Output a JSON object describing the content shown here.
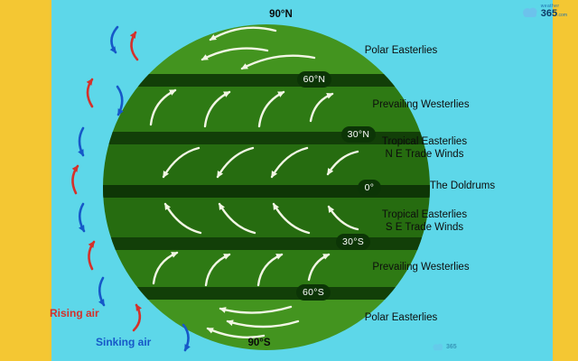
{
  "latitudes": {
    "n90": "90°N",
    "n60": "60°N",
    "n30": "30°N",
    "eq": "0°",
    "s30": "30°S",
    "s60": "60°S",
    "s90": "90°S"
  },
  "wind_zones": [
    {
      "label": "Polar Easterlies"
    },
    {
      "label": "Prevailing Westerlies"
    },
    {
      "label": "Tropical Easterlies",
      "sub": "N E Trade Winds"
    },
    {
      "label": "The Doldrums"
    },
    {
      "label": "Tropical Easterlies",
      "sub": "S E Trade Winds"
    },
    {
      "label": "Prevailing Westerlies"
    },
    {
      "label": "Polar Easterlies"
    }
  ],
  "legend": {
    "rising": "Rising air",
    "sinking": "Sinking air"
  },
  "logo": {
    "word": "weather",
    "number": "365",
    "tld": ".com"
  },
  "icons": {
    "logo_cloud": "cloud",
    "wind_arrow": "curved-arrow"
  },
  "colors": {
    "sky": "#5dd7e9",
    "side_bar": "#f4c733",
    "band_dark": "#123f08",
    "badge": "#0c3506",
    "arrow_white": "#f2f6e4",
    "rising_red": "#d4312b",
    "sinking_blue": "#1658c8"
  }
}
